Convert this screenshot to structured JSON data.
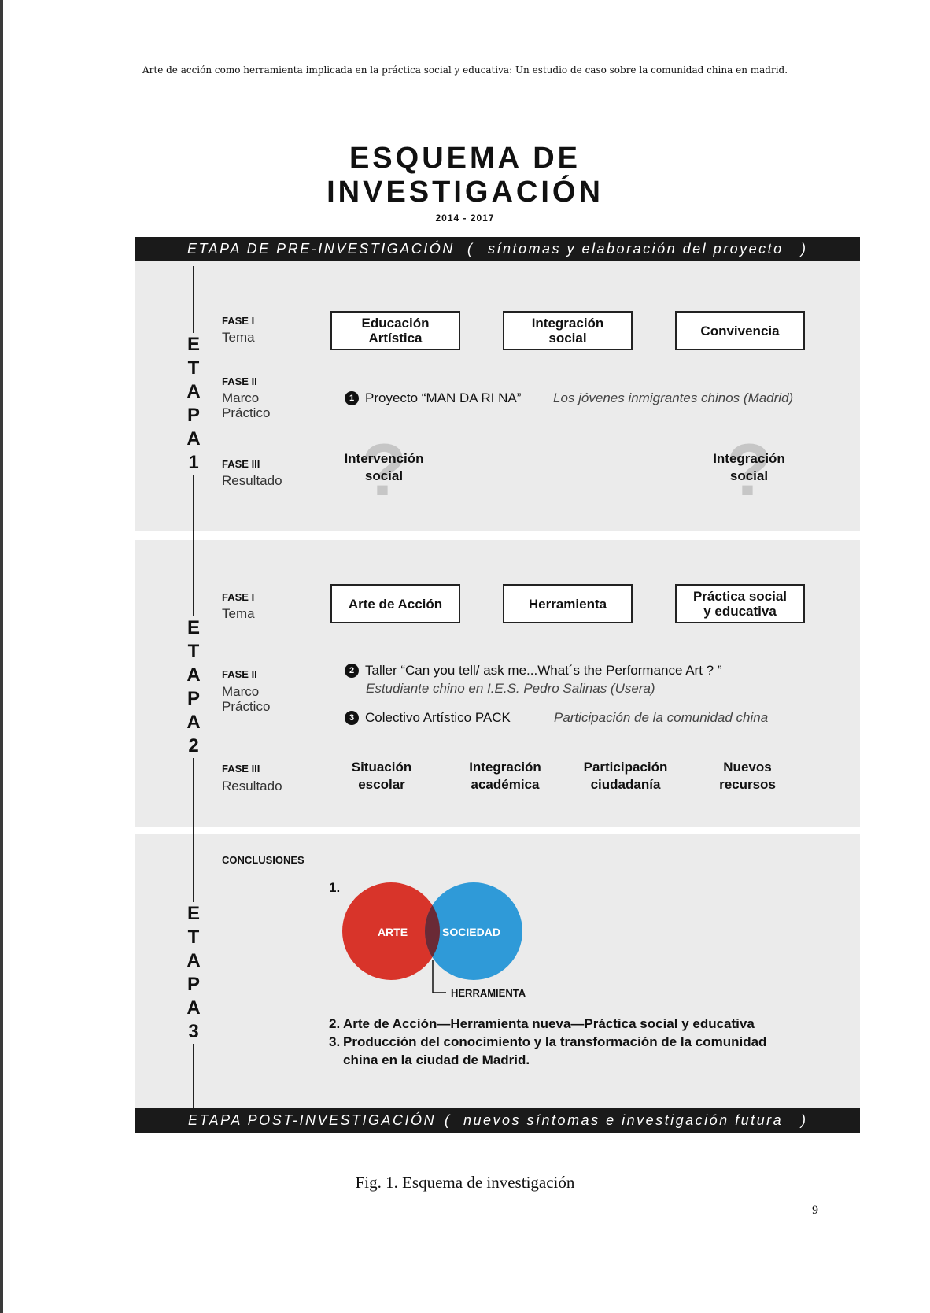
{
  "running_head": "Arte de acción como herramienta implicada en la práctica social y educativa: Un estudio de caso sobre la comunidad china en madrid.",
  "title_line1": "ESQUEMA  DE",
  "title_line2": "INVESTIGACIÓN",
  "years": "2014 - 2017",
  "pre_bar": {
    "left": "ETAPA DE PRE-INVESTIGACIÓN",
    "paren_open": "(",
    "text": "síntomas y elaboración del proyecto",
    "paren_close": ")"
  },
  "post_bar": {
    "left": "ETAPA POST-INVESTIGACIÓN",
    "paren_open": "(",
    "text": "nuevos síntomas e investigación futura",
    "paren_close": ")"
  },
  "etapa_letters": [
    "E",
    "T",
    "A",
    "P",
    "A"
  ],
  "etapa1": {
    "number": "1",
    "fase1": {
      "label": "FASE I",
      "sub": "Tema"
    },
    "fase2": {
      "label": "FASE II",
      "sub1": "Marco",
      "sub2": "Práctico"
    },
    "fase3": {
      "label": "FASE III",
      "sub": "Resultado"
    },
    "boxes": [
      {
        "l1": "Educación",
        "l2": "Artística"
      },
      {
        "l1": "Integración",
        "l2": "social"
      },
      {
        "l1": "Convivencia",
        "l2": ""
      }
    ],
    "proyecto": {
      "num": "1",
      "text": "Proyecto “MAN DA RI NA”",
      "italic": "Los jóvenes inmigrantes chinos (Madrid)"
    },
    "q": "?",
    "results": [
      {
        "l1": "Intervención",
        "l2": "social"
      },
      {
        "l1": "Integración",
        "l2": "social"
      }
    ]
  },
  "etapa2": {
    "number": "2",
    "fase1": {
      "label": "FASE I",
      "sub": "Tema"
    },
    "fase2": {
      "label": "FASE II",
      "sub1": "Marco",
      "sub2": "Práctico"
    },
    "fase3": {
      "label": "FASE III",
      "sub": "Resultado"
    },
    "boxes": [
      {
        "l1": "Arte de Acción",
        "l2": ""
      },
      {
        "l1": "Herramienta",
        "l2": ""
      },
      {
        "l1": "Práctica social",
        "l2": "y educativa"
      }
    ],
    "item2": {
      "num": "2",
      "text": "Taller “Can you tell/ ask me...What´s the Performance Art ? ”",
      "italic": "Estudiante chino en I.E.S. Pedro Salinas (Usera)"
    },
    "item3": {
      "num": "3",
      "text": "Colectivo Artístico PACK",
      "italic": "Participación de la comunidad china"
    },
    "results": [
      {
        "l1": "Situación",
        "l2": "escolar"
      },
      {
        "l1": "Integración",
        "l2": "académica"
      },
      {
        "l1": "Participación",
        "l2": "ciudadanía"
      },
      {
        "l1": "Nuevos",
        "l2": "recursos"
      }
    ]
  },
  "etapa3": {
    "number": "3",
    "conclusiones": "CONCLUSIONES",
    "venn": {
      "num": "1.",
      "left": "ARTE",
      "right": "SOCIEDAD",
      "link": "HERRAMIENTA",
      "left_color": "#d8342a",
      "right_color": "#2f9ad8"
    },
    "list": [
      {
        "n": "2.",
        "text": "Arte de Acción—Herramienta nueva—Práctica social y educativa"
      },
      {
        "n": "3.",
        "text": "Producción del conocimiento y la transformación de la comunidad"
      },
      {
        "n": "",
        "text": "china en la ciudad de Madrid."
      }
    ]
  },
  "caption": "Fig. 1. Esquema de investigación",
  "page_number": "9"
}
